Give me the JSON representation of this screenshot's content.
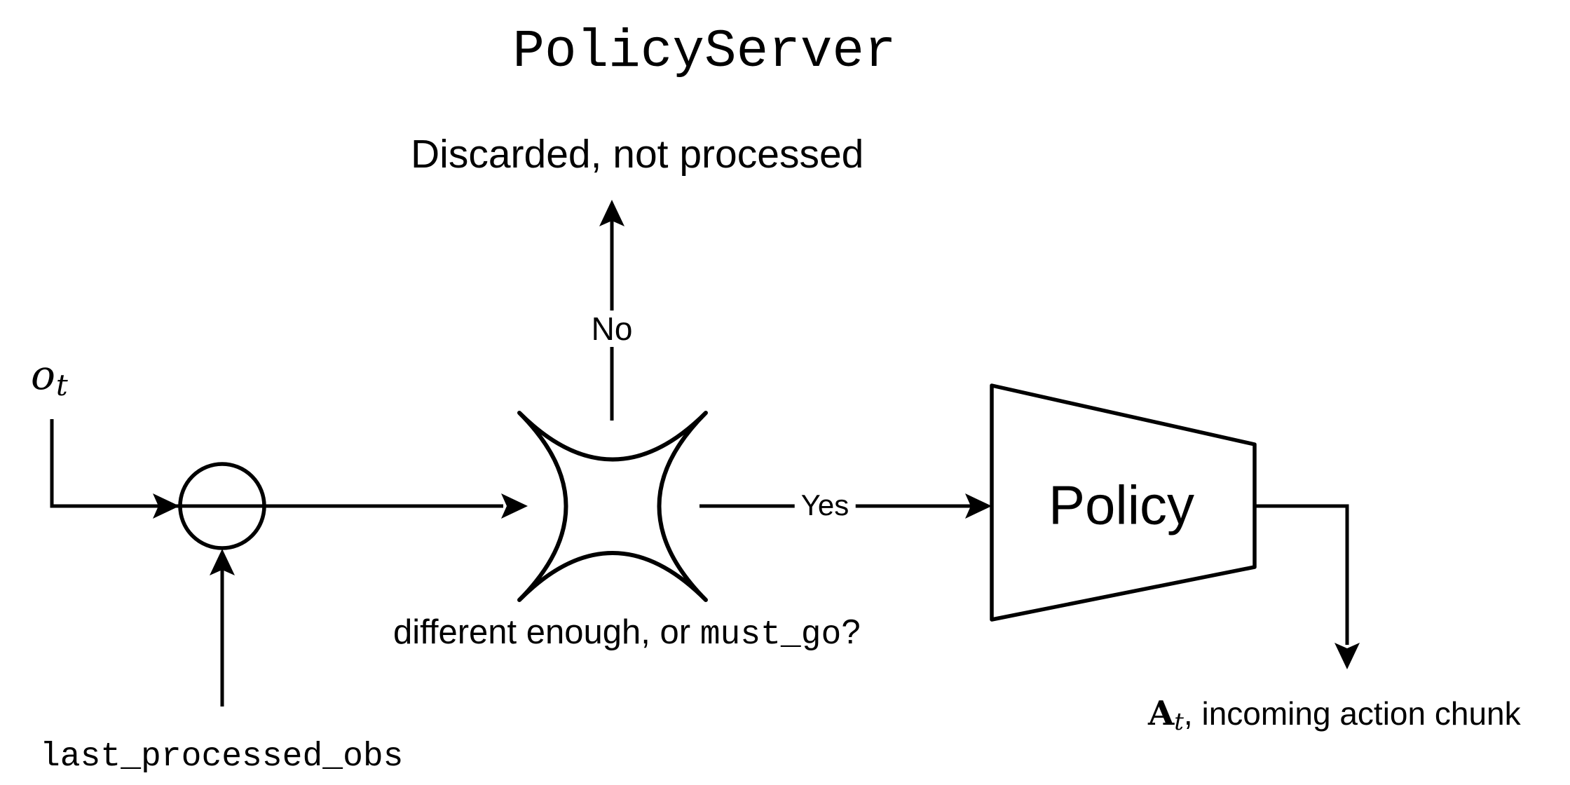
{
  "diagram": {
    "title": "PolicyServer",
    "top_branch": {
      "result_label": "Discarded, not processed",
      "edge_label": "No"
    },
    "inputs": {
      "observation_symbol": "o",
      "observation_subscript": "t",
      "last_processed_label": "last_processed_obs"
    },
    "decision": {
      "question_prefix": "different enough, or ",
      "question_code": "must_go",
      "question_suffix": "?"
    },
    "yes_branch": {
      "edge_label": "Yes"
    },
    "policy_node": {
      "label": "Policy"
    },
    "output": {
      "symbol": "A",
      "subscript": "t",
      "suffix": ", incoming action chunk"
    },
    "colors": {
      "stroke": "#000000",
      "text": "#000000",
      "background": "#ffffff"
    }
  }
}
